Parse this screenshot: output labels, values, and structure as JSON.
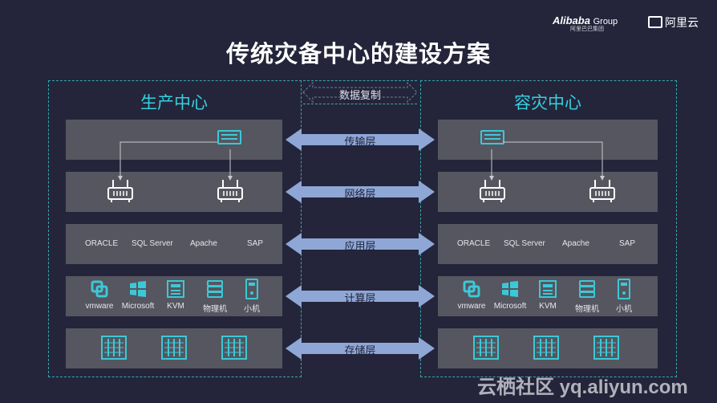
{
  "title": "传统灾备中心的建设方案",
  "logos": {
    "alibaba": "Alibaba",
    "alibaba_group": "Group",
    "alibaba_sub": "阿里巴巴集团",
    "aliyun": "阿里云"
  },
  "left_title": "生产中心",
  "right_title": "容灾中心",
  "replication_label": "数据复制",
  "layers": [
    "传输层",
    "网络层",
    "应用层",
    "计算层",
    "存储层"
  ],
  "apps": [
    "ORACLE",
    "SQL Server",
    "Apache",
    "SAP"
  ],
  "virt": [
    "vmware",
    "Microsoft",
    "KVM",
    "物理机",
    "小机"
  ],
  "watermark": "云栖社区 yq.aliyun.com",
  "colors": {
    "background": "#24253a",
    "accent": "#35d0e0",
    "layer": "#55565f",
    "arrow": "#8ea7d6"
  }
}
